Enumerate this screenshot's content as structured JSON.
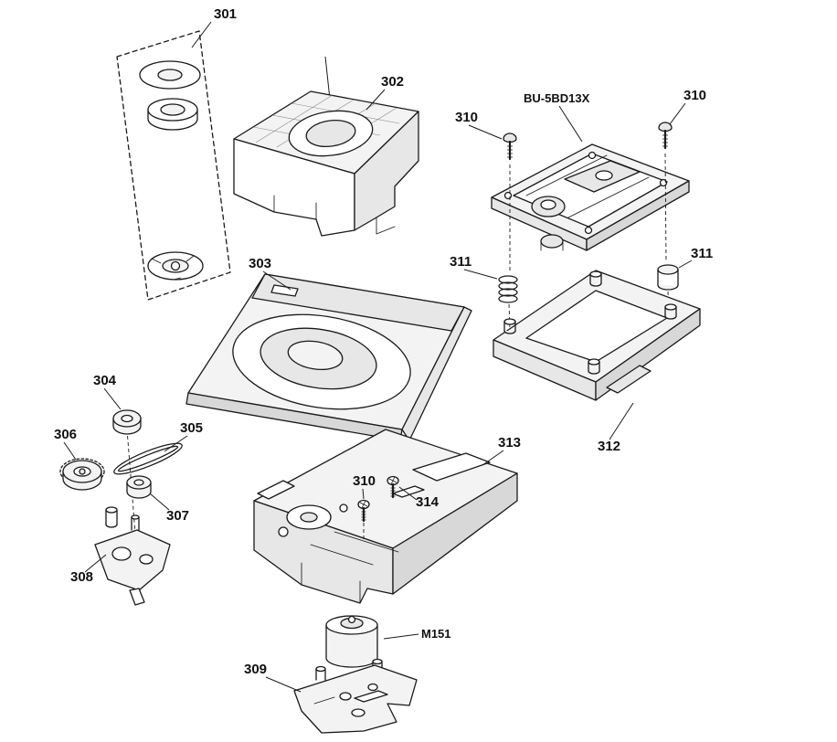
{
  "diagram": {
    "type": "exploded-view-parts-diagram",
    "background": "#ffffff",
    "line_color": "#1a1a1a",
    "labels": {
      "p301": "301",
      "p302": "302",
      "p303": "303",
      "p304": "304",
      "p305": "305",
      "p306": "306",
      "p307": "307",
      "p308": "308",
      "p309": "309",
      "p310_left": "310",
      "p310_right": "310",
      "p310_center": "310",
      "p311_left": "311",
      "p311_right": "311",
      "p312": "312",
      "p313": "313",
      "p314": "314",
      "assembly_code": "BU-5BD13X",
      "motor_code": "M151"
    }
  }
}
